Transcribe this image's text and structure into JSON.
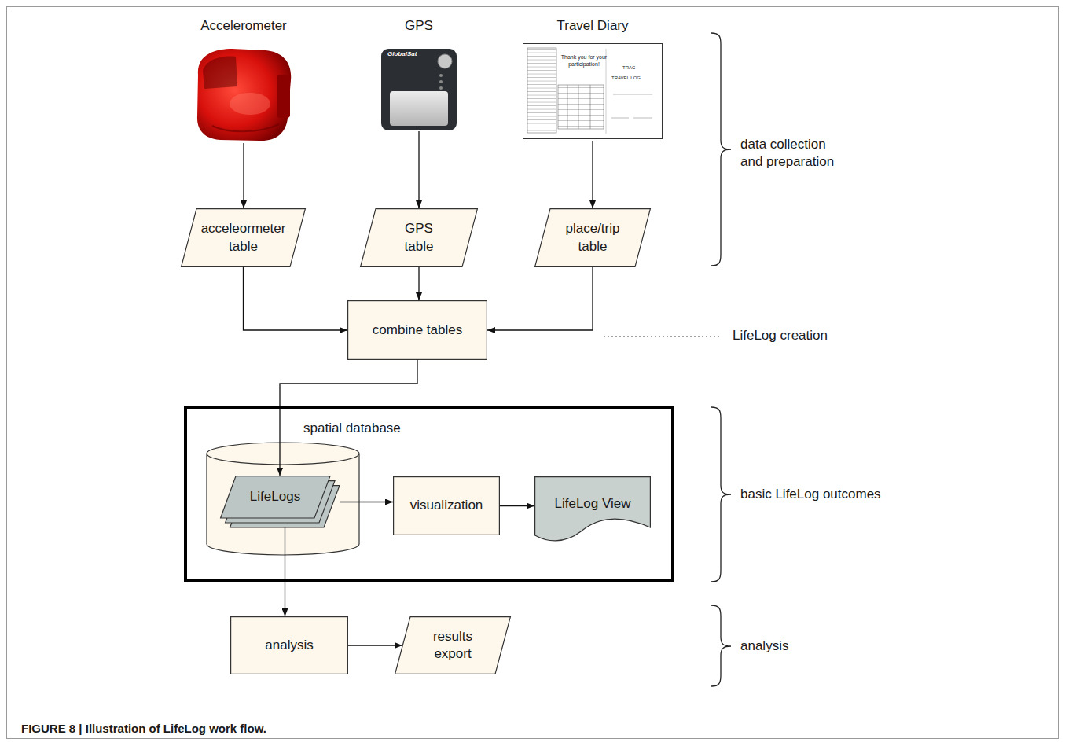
{
  "diagram": {
    "caption": "FIGURE 8 | Illustration of LifeLog work flow.",
    "nodes": [
      {
        "text": [
          "Accelerometer"
        ]
      },
      {
        "text": [
          "GPS"
        ]
      },
      {
        "text": [
          "Travel Diary"
        ]
      },
      {
        "text": [
          "acceleormeter table"
        ]
      },
      {
        "text": [
          "GPS table"
        ]
      },
      {
        "text": [
          "place/trip table"
        ]
      },
      {
        "text": [
          "combine tables"
        ]
      },
      {
        "text": [
          "spatial database"
        ]
      },
      {
        "text": [
          "LifeLogs"
        ],
        "in": 7
      },
      {
        "text": [
          "visualization"
        ],
        "in": 7
      },
      {
        "text": [
          "LifeLog View"
        ],
        "in": 7
      },
      {
        "text": [
          "analysis"
        ]
      },
      {
        "text": [
          "results export"
        ]
      }
    ],
    "edges": [
      {
        "from": 0,
        "to": 3,
        "arrow": "to"
      },
      {
        "from": 1,
        "to": 4,
        "arrow": "to"
      },
      {
        "from": 2,
        "to": 5,
        "arrow": "to"
      },
      {
        "from": 3,
        "to": 6,
        "arrow": "to"
      },
      {
        "from": 4,
        "to": 6,
        "arrow": "to"
      },
      {
        "from": 5,
        "to": 6,
        "arrow": "to"
      },
      {
        "from": 6,
        "to": 8,
        "arrow": "to"
      },
      {
        "from": 8,
        "to": 9,
        "arrow": "to"
      },
      {
        "from": 9,
        "to": 10,
        "arrow": "to"
      },
      {
        "from": 8,
        "to": 11,
        "arrow": "to"
      },
      {
        "from": 11,
        "to": 12,
        "arrow": "to"
      }
    ],
    "labels": [
      "data collection and preparation",
      "LifeLog creation",
      "basic LifeLog outcomes",
      "analysis",
      "GlobalSat",
      "Thank you for your participation!",
      "TRAC",
      "TRAVEL LOG"
    ]
  }
}
